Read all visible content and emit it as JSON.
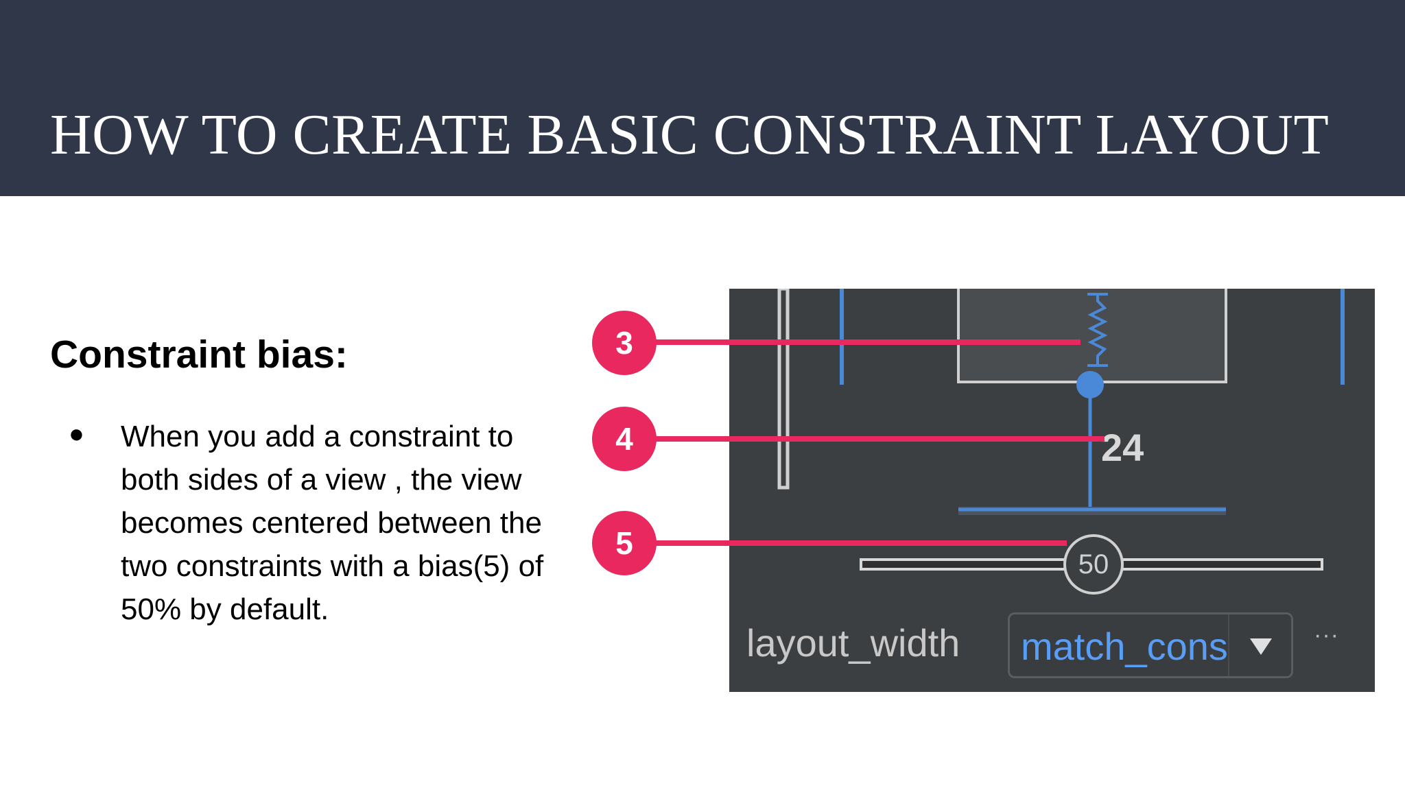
{
  "slide": {
    "title": "HOW TO CREATE BASIC CONSTRAINT LAYOUT",
    "subtitle": "Constraint bias:",
    "bullet_marker": "●",
    "bullet_text": "When you add a constraint to both sides of a view , the view becomes centered between the two constraints with a bias(5) of 50% by default."
  },
  "screenshot": {
    "callouts": [
      "3",
      "4",
      "5"
    ],
    "margin_value": "24",
    "bias_value": "50",
    "property_label": "layout_width",
    "property_value": "match_cons",
    "more_icon": "···"
  },
  "colors": {
    "header_bg": "#2f3748",
    "callout_pink": "#e8285e",
    "editor_bg": "#3c3f41",
    "constraint_blue": "#4a88d8",
    "value_blue": "#589df6"
  }
}
